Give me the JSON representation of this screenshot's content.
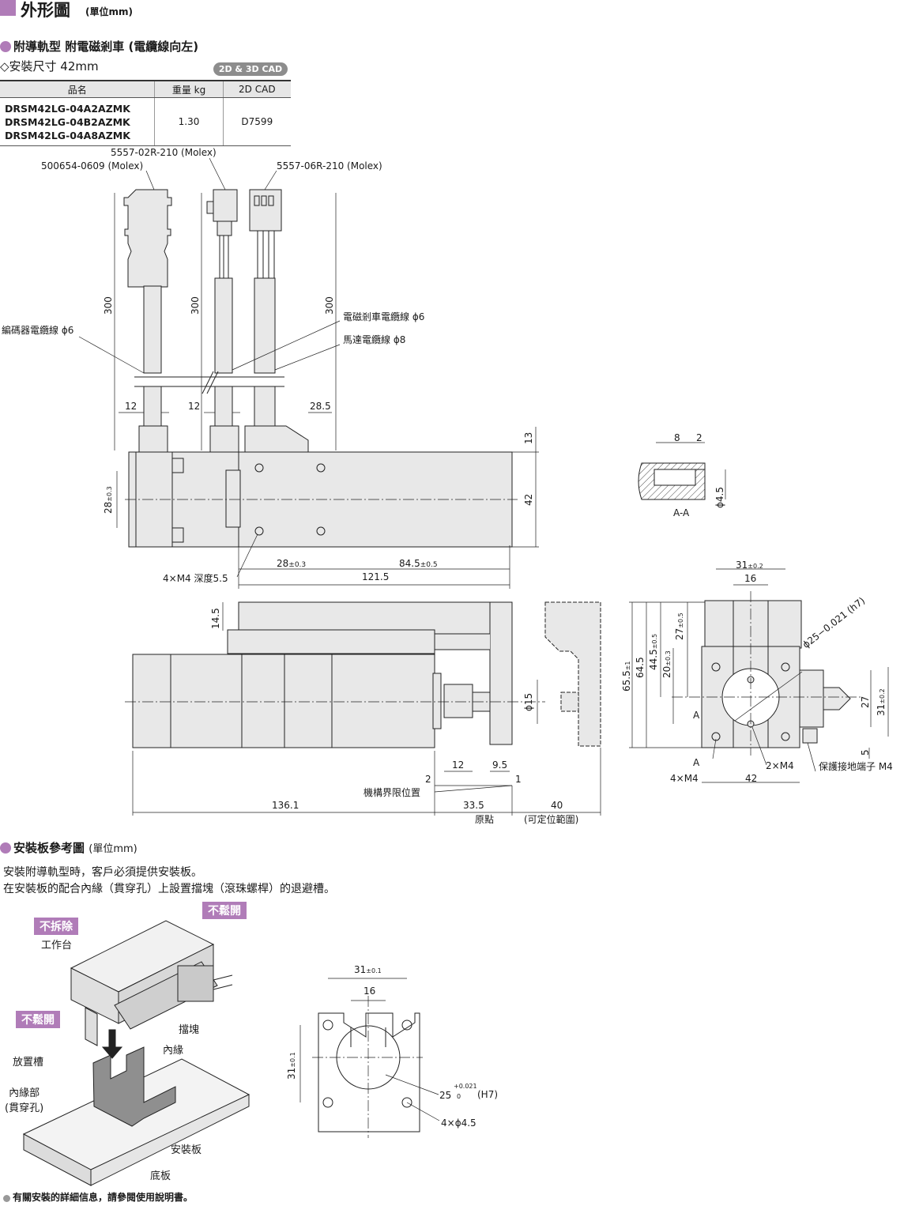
{
  "header": {
    "title": "外形圖",
    "unit": "(單位mm)"
  },
  "section1": {
    "heading": "附導軌型 附電磁剎車 (電纜線向左)",
    "mount_size": "◇安裝尺寸 42mm",
    "cad_badge": "2D & 3D CAD"
  },
  "spec_table": {
    "headers": [
      "品名",
      "重量 kg",
      "2D CAD"
    ],
    "models": [
      "DRSM42LG-04A2AZMK",
      "DRSM42LG-04B2AZMK",
      "DRSM42LG-04A8AZMK"
    ],
    "weight": "1.30",
    "cad": "D7599"
  },
  "drawing_labels": {
    "conn_mid": "5557-02R-210 (Molex)",
    "conn_left": "500654-0609 (Molex)",
    "conn_right": "5557-06R-210 (Molex)",
    "brake_cable": "電磁剎車電纜線 ϕ6",
    "motor_cable": "馬達電纜線 ϕ8",
    "encoder_cable": "編碼器電纜線 ϕ6",
    "d300": "300",
    "d12": "12",
    "d28_5": "28.5",
    "d13": "13",
    "d42": "42",
    "d28": "28",
    "tol03": "±0.3",
    "d84_5": "84.5",
    "tol05": "±0.5",
    "d121_5": "121.5",
    "m4_depth": "4×M4 深度5.5",
    "d8": "8",
    "d2": "2",
    "aa": "A-A",
    "phi4_5": "ϕ4.5",
    "d31": "31",
    "tol02": "±0.2",
    "d16": "16",
    "phi25_fit": "ϕ25−0.021 (h7)",
    "d27": "27",
    "d65_5": "65.5",
    "tol1": "±1",
    "d64_5": "64.5",
    "d44_5": "44.5",
    "d20": "20",
    "d27b": "27",
    "d31b": "31",
    "d5": "5",
    "a": "A",
    "m4x2": "2×M4",
    "m4x4": "4×M4",
    "ground": "保護接地端子 M4",
    "d14_5": "14.5",
    "phi15": "ϕ15",
    "d9_5": "9.5",
    "d1": "1",
    "mech_limit": "機構界限位置",
    "d136_1": "136.1",
    "d33_5": "33.5",
    "d40": "40",
    "origin": "原點",
    "range": "(可定位範圍)"
  },
  "section2": {
    "heading": "安裝板參考圖",
    "unit": "(單位mm)",
    "text1": "安裝附導軌型時，客戶必須提供安裝板。",
    "text2": "在安裝板的配合內緣（貫穿孔）上設置擋塊（滾珠螺桿）的退避槽。"
  },
  "illustration": {
    "tag_no_remove": "不拆除",
    "worktable": "工作台",
    "tag_no_loosen_top": "不鬆開",
    "tag_no_loosen_left": "不鬆開",
    "stopper": "擋塊",
    "inner_edge": "內緣",
    "slot": "放置槽",
    "inner_part": "內緣部\n(貫穿孔)",
    "mount_plate": "安裝板",
    "base": "底板"
  },
  "plate_drawing": {
    "d31": "31",
    "tol01": "±0.1",
    "d16": "16",
    "d25": "25",
    "fit": "(H7)",
    "tol_up": "+0.021",
    "tol_low": "0",
    "holes": "4×ϕ4.5"
  },
  "footnote": "有關安裝的詳細信息，請參閱使用說明書。",
  "colors": {
    "accent": "#b07cb8",
    "part_fill": "#e8e8e8",
    "line": "#222222"
  }
}
